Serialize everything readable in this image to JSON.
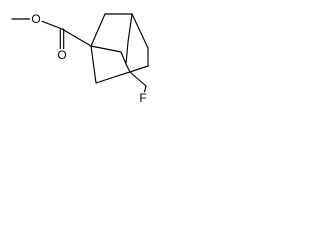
{
  "molecule": {
    "atoms": [
      {
        "id": "me",
        "element": "C"
      },
      {
        "id": "o1",
        "element": "O",
        "label": "O"
      },
      {
        "id": "cc",
        "element": "C"
      },
      {
        "id": "o2",
        "element": "O",
        "label": "O"
      },
      {
        "id": "c1",
        "element": "C"
      },
      {
        "id": "c2",
        "element": "C"
      },
      {
        "id": "c3",
        "element": "C"
      },
      {
        "id": "c4",
        "element": "C"
      },
      {
        "id": "c5",
        "element": "C"
      },
      {
        "id": "c6",
        "element": "C"
      },
      {
        "id": "c7",
        "element": "C"
      },
      {
        "id": "c8",
        "element": "C"
      },
      {
        "id": "c9",
        "element": "C"
      },
      {
        "id": "c10",
        "element": "C"
      },
      {
        "id": "c11",
        "element": "C"
      },
      {
        "id": "f",
        "element": "F",
        "label": "F"
      }
    ],
    "bonds": [
      {
        "from": "me",
        "to": "o1",
        "order": 1
      },
      {
        "from": "o1",
        "to": "cc",
        "order": 1
      },
      {
        "from": "cc",
        "to": "o2",
        "order": 2
      },
      {
        "from": "cc",
        "to": "c1",
        "order": 1
      },
      {
        "from": "c1",
        "to": "c2",
        "order": 1
      },
      {
        "from": "c2",
        "to": "c3",
        "order": 1
      },
      {
        "from": "c3",
        "to": "c4",
        "order": 1
      },
      {
        "from": "c4",
        "to": "c5",
        "order": 1
      },
      {
        "from": "c5",
        "to": "c6",
        "order": 1
      },
      {
        "from": "c6",
        "to": "c1",
        "order": 1
      },
      {
        "from": "c1",
        "to": "c7",
        "order": 1
      },
      {
        "from": "c7",
        "to": "c9",
        "order": 1
      },
      {
        "from": "c3",
        "to": "c8",
        "order": 1
      },
      {
        "from": "c8",
        "to": "c9",
        "order": 1
      },
      {
        "from": "c9",
        "to": "c10",
        "order": 1
      },
      {
        "from": "c10",
        "to": "c5",
        "order": 1
      },
      {
        "from": "c10",
        "to": "c11",
        "order": 1
      },
      {
        "from": "c11",
        "to": "f",
        "order": 1
      }
    ]
  }
}
